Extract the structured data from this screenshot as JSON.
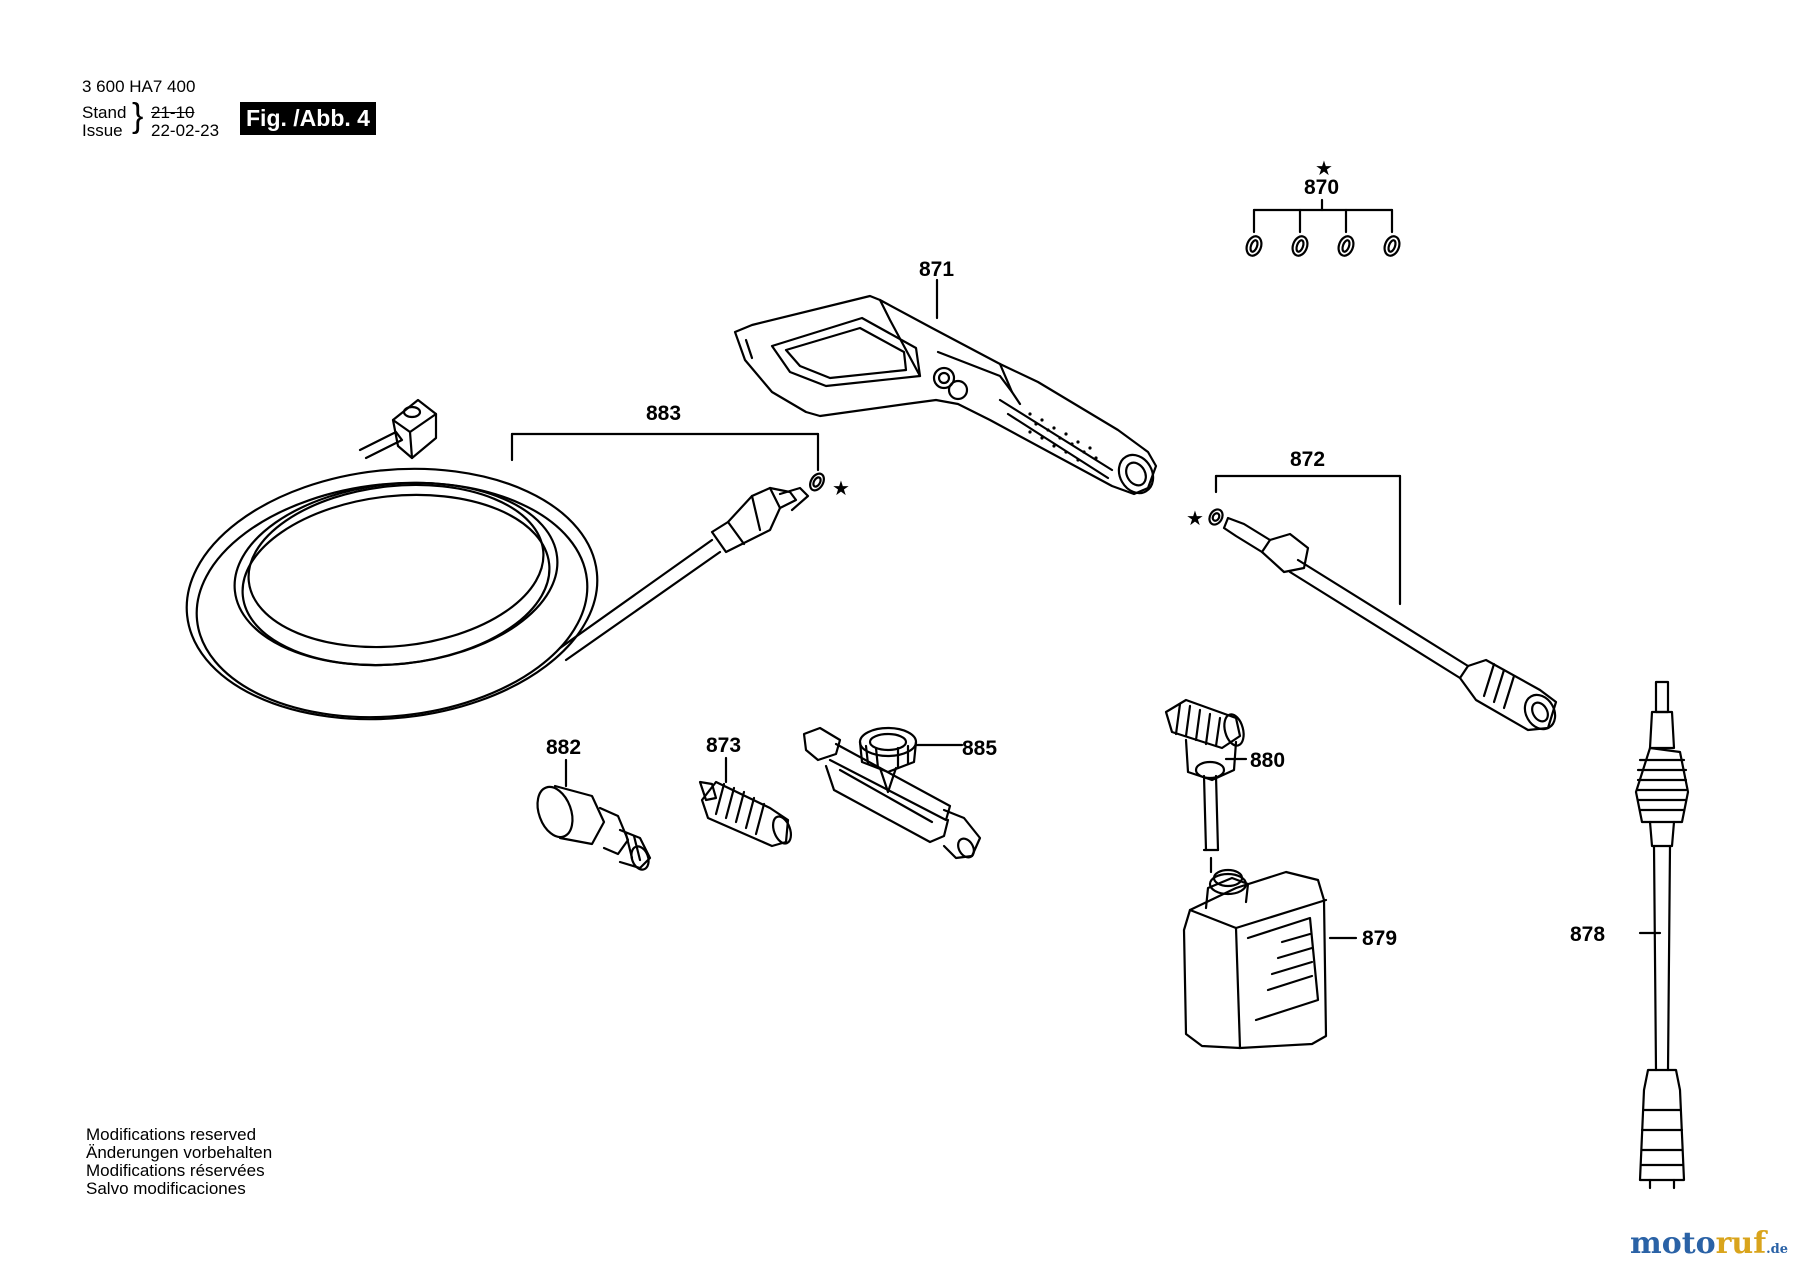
{
  "header": {
    "doc_number": "3 600 HA7 400",
    "stand_label": "Stand",
    "issue_label": "Issue",
    "old_date": "21-10",
    "new_date": "22-02-23",
    "figure_label": "Fig. /Abb. 4"
  },
  "callouts": {
    "c870": "870",
    "c871": "871",
    "c872": "872",
    "c873": "873",
    "c878": "878",
    "c879": "879",
    "c880": "880",
    "c882": "882",
    "c883": "883",
    "c885": "885",
    "star": "★"
  },
  "footer": {
    "line1": "Modifications reserved",
    "line2": "Änderungen vorbehalten",
    "line3": "Modifications réservées",
    "line4": "Salvo modificaciones"
  },
  "watermark": {
    "part1": "moto",
    "part2": "ruf",
    "part3": ".de"
  },
  "colors": {
    "ink": "#000000",
    "background": "#ffffff",
    "watermark_blue": "#2a62a6",
    "watermark_gold": "#d9a41c"
  }
}
